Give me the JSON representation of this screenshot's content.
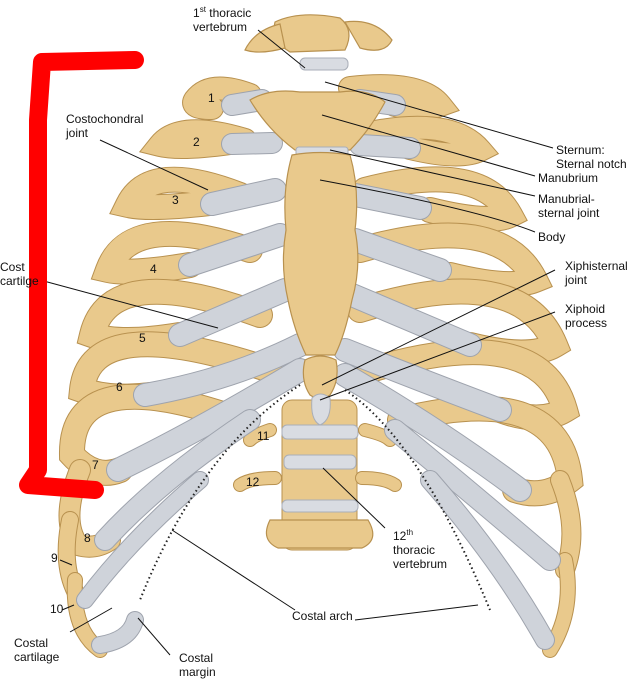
{
  "rib_numbers": [
    "1",
    "2",
    "3",
    "4",
    "5",
    "6",
    "7",
    "8",
    "9",
    "10",
    "11",
    "12"
  ],
  "labels": {
    "first_thoracic_l1": "1",
    "first_thoracic_sup": "st",
    "first_thoracic_l1b": " thoracic",
    "first_thoracic_l2": "vertebrum",
    "costochondral_l1": "Costochondral",
    "costochondral_l2": "joint",
    "costal_cartilage_upper_l1": "Cost",
    "costal_cartilage_upper_l2": "cartil",
    "costal_cartilage_upper_l2b": "ge",
    "sternum_l1": "Sternum:",
    "sternal_notch": "Sternal notch",
    "manubrium": "Manubrium",
    "manubrial_l1": "Manubrial-",
    "manubrial_l2": "sternal joint",
    "body": "Body",
    "xiphisternal_l1": "Xiphisternal",
    "xiphisternal_l2": "joint",
    "xiphoid_l1": "Xiphoid",
    "xiphoid_l2": "process",
    "twelfth_l1": "12",
    "twelfth_sup": "th",
    "twelfth_l2": "thoracic",
    "twelfth_l3": "vertebrum",
    "costal_arch": "Costal arch",
    "costal_cartilage_lower_l1": "Costal",
    "costal_cartilage_lower_l2": "cartilage",
    "costal_margin_l1": "Costal",
    "costal_margin_l2": "margin"
  },
  "colors": {
    "bone": "#E9C98C",
    "bone_dark": "#C9A25E",
    "cartilage": "#CFD3DA",
    "cartilage_dark": "#A9AEB8",
    "bracket": "#FF0000"
  }
}
